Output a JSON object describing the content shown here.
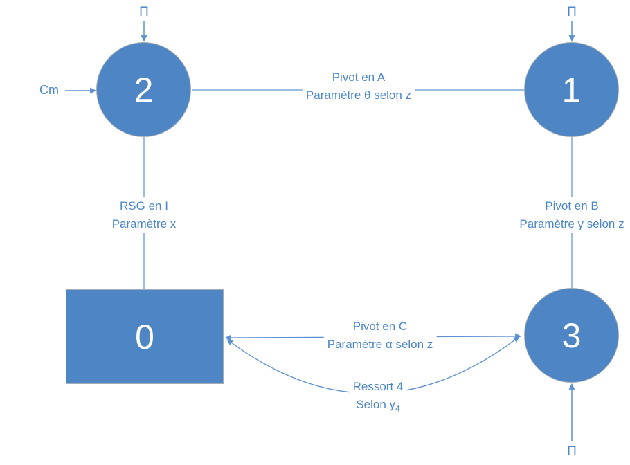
{
  "colors": {
    "shape_fill": "#4E86C5",
    "shape_border": "#A6ADB4",
    "line": "#9DBCE4",
    "arrow": "#5B90D2",
    "text": "#4A86C8",
    "node_text": "#FFFFFF",
    "bg": "#FFFFFF"
  },
  "nodes": {
    "top_left": "2",
    "top_right": "1",
    "bottom_right": "3",
    "ground": "0"
  },
  "external": {
    "pi": "Π",
    "cm": "Cm"
  },
  "edges": {
    "pivot_a": {
      "line1": "Pivot en A",
      "line2": "Paramètre θ selon z"
    },
    "rsg_i": {
      "line1": "RSG en I",
      "line2": "Paramètre x"
    },
    "pivot_b": {
      "line1": "Pivot en B",
      "line2": "Paramètre γ selon z"
    },
    "pivot_c": {
      "line1": "Pivot en C",
      "line2": "Paramètre α selon z"
    },
    "ressort": {
      "line1": "Ressort 4",
      "line2": "Selon y",
      "line2_sub": "4"
    }
  }
}
